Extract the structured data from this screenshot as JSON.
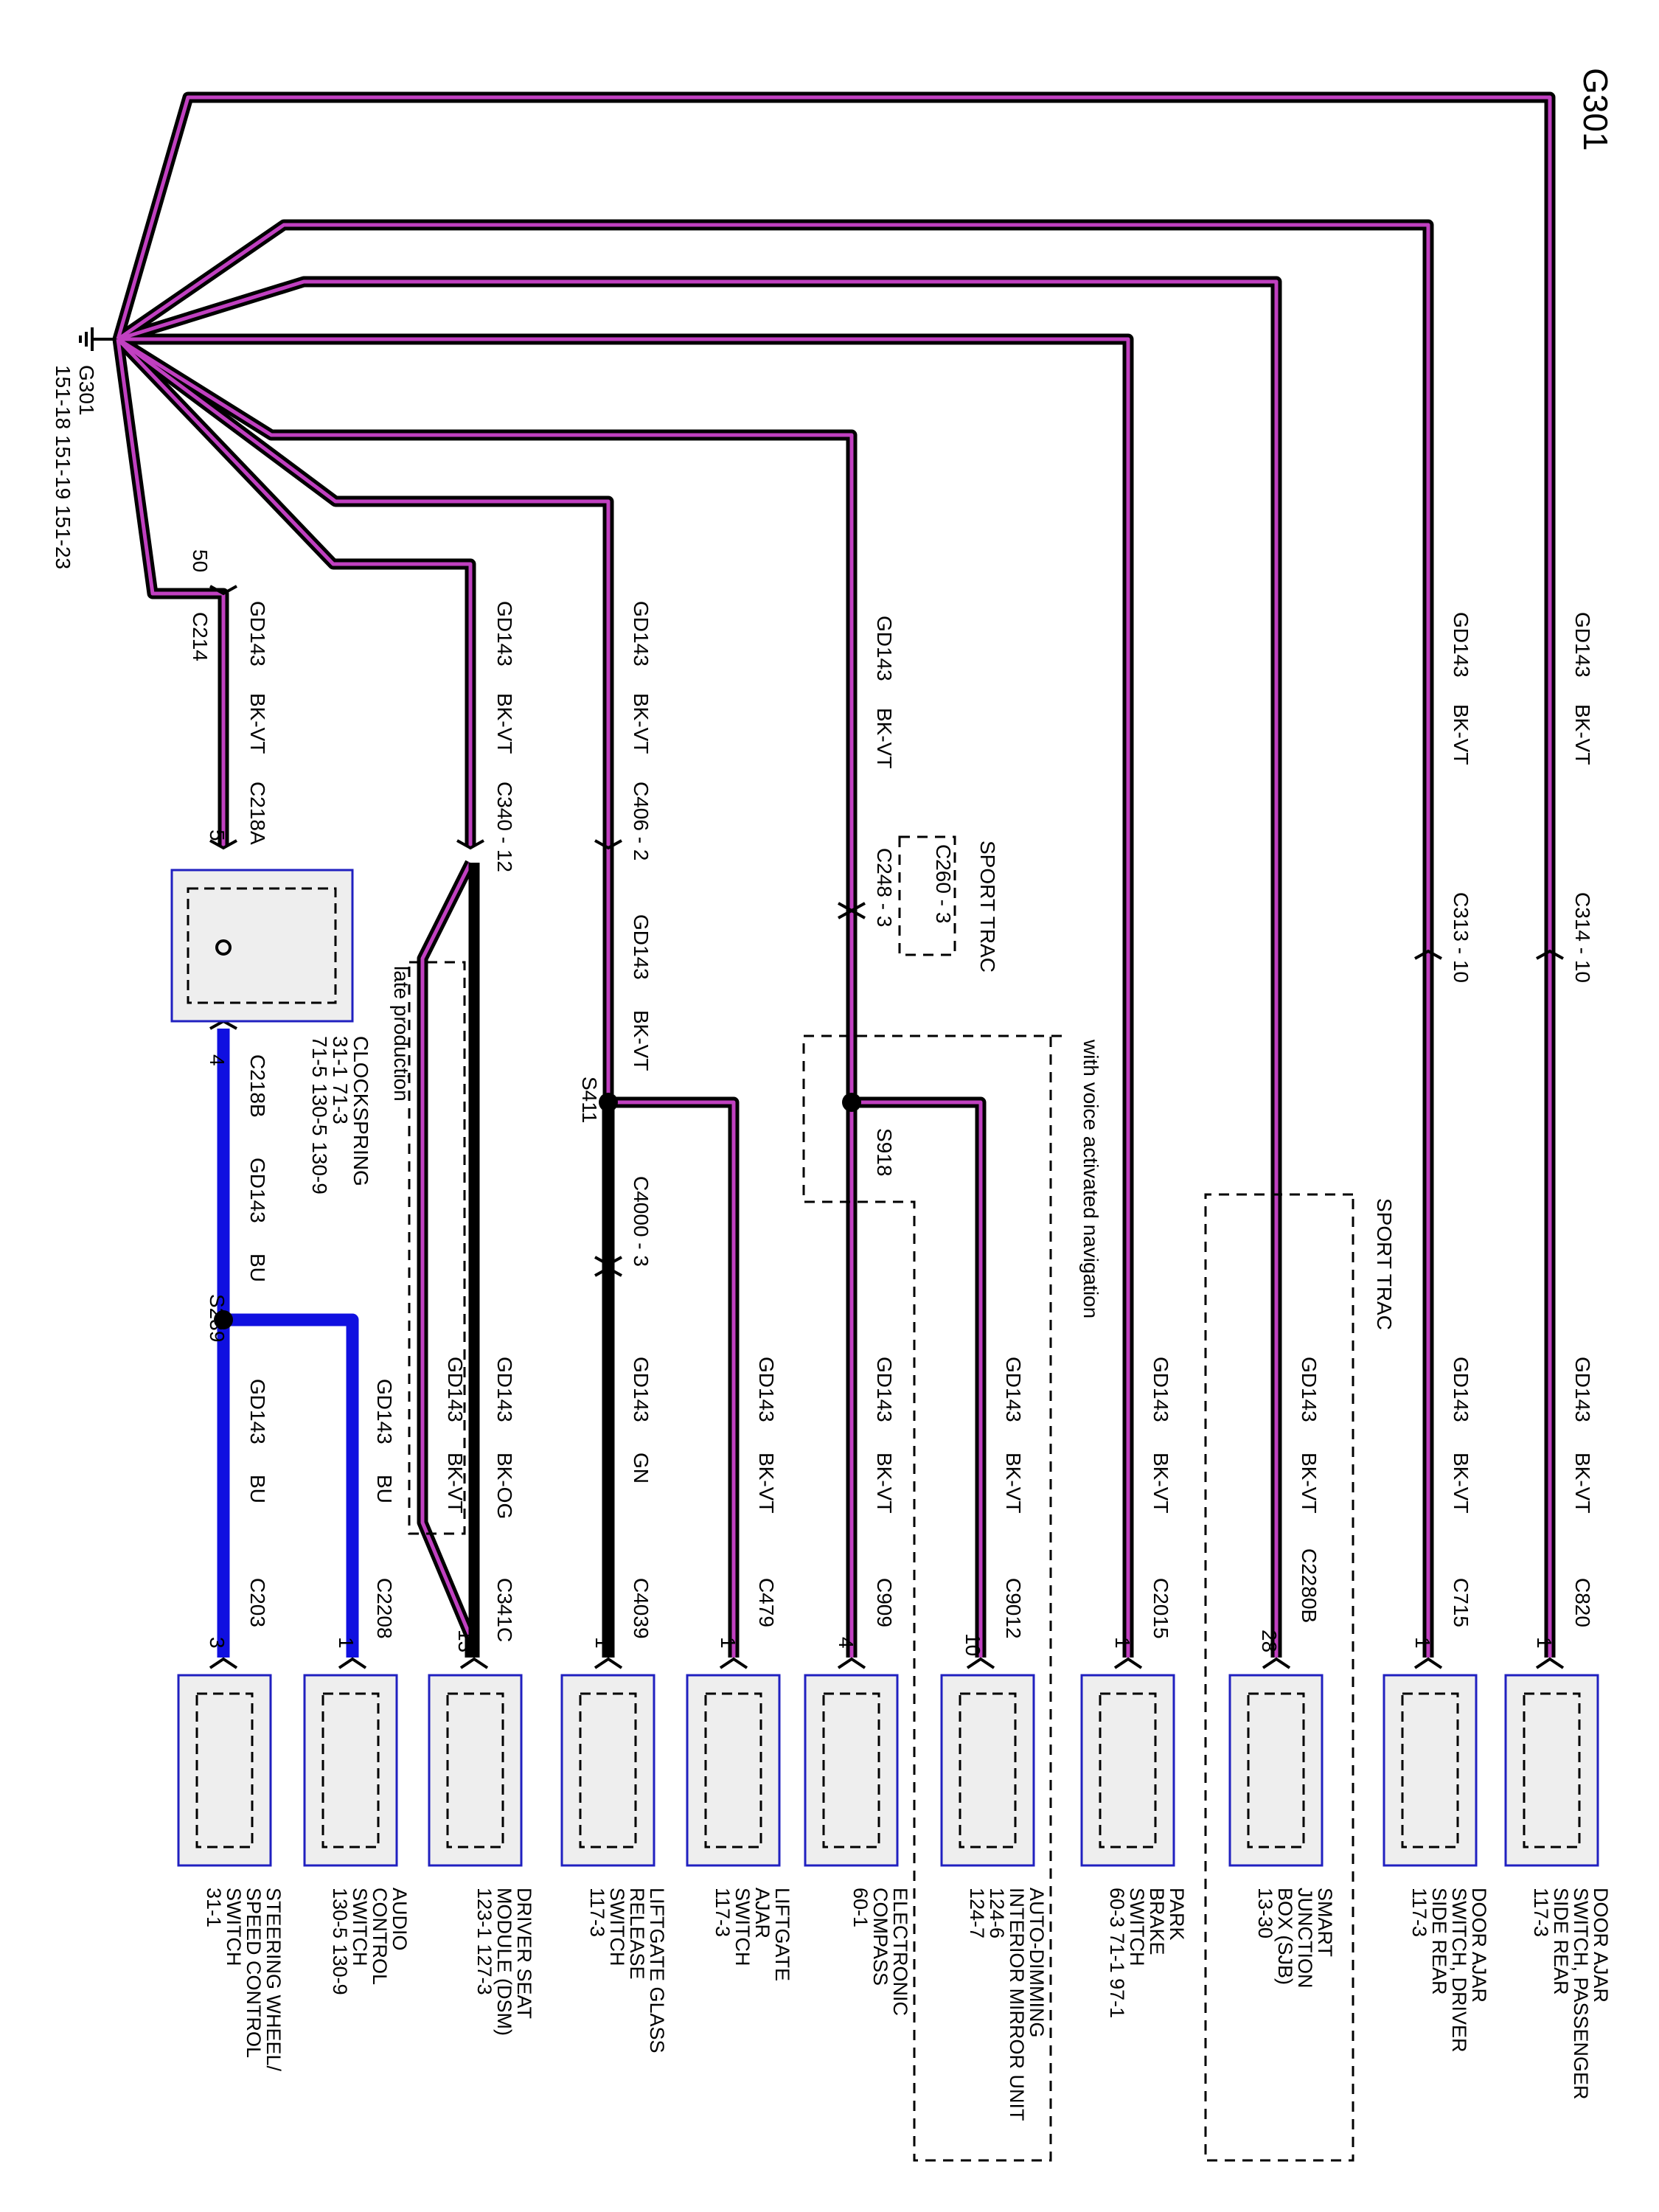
{
  "diagram": {
    "ground_title": "G301",
    "ground_ref": {
      "name": "G301",
      "pages": "151-18  151-19  151-23"
    },
    "colors": {
      "bkvt_outer": "#000000",
      "bkvt_inner": "#c040c0",
      "blue": "#1010e0",
      "black": "#000000",
      "box_fill": "#eeeeee",
      "box_border": "#2020c0"
    },
    "notes": {
      "sport_trac_upper": "SPORT TRAC",
      "c260": "C260 - 3",
      "sport_trac_right": "SPORT TRAC",
      "voice_nav": "with voice activated navigation",
      "late_production": "late production"
    },
    "wires": {
      "gd143": "GD143",
      "bkvt": "BK-VT",
      "bkog": "BK-OG",
      "gn": "GN",
      "bu": "BU"
    },
    "connectors": {
      "c214": "C214",
      "c214_pin": "50",
      "c218a": "C218A",
      "c218a_pin": "5",
      "c218b": "C218B",
      "c218b_pin": "4",
      "c340": "C340 - 12",
      "c406": "C406 - 2",
      "c248": "C248 - 3",
      "c313": "C313 - 10",
      "c314": "C314 - 10",
      "c4000": "C4000 - 3",
      "c203": "C203",
      "c2208": "C2208",
      "c341c": "C341C",
      "c4039": "C4039",
      "c479": "C479",
      "c909": "C909",
      "c9012": "C9012",
      "c2015": "C2015",
      "c2280b": "C2280B",
      "c715": "C715",
      "c820": "C820"
    },
    "pins": {
      "steering": "3",
      "audio": "1",
      "dsm": "13",
      "liftgate_glass": "1",
      "liftgate_ajar": "1",
      "compass": "4",
      "mirror": "10",
      "brake": "1",
      "sjb": "28",
      "door_driver": "1",
      "door_passenger": "1"
    },
    "splices": {
      "s239": "S239",
      "s411": "S411",
      "s918": "S918"
    },
    "clockspring": {
      "name": "CLOCKSPRING",
      "refs1": "31-1        71-3",
      "refs2": "71-5    130-5    130-9"
    },
    "components": [
      {
        "line1": "STEERING WHEEL/",
        "line2": "SPEED CONTROL",
        "line3": "SWITCH",
        "line4": "31-1"
      },
      {
        "line1": "AUDIO",
        "line2": "CONTROL",
        "line3": "SWITCH",
        "line4": "130-5    130-9"
      },
      {
        "line1": "DRIVER SEAT",
        "line2": "MODULE (DSM)",
        "line3": "123-1    127-3",
        "line4": ""
      },
      {
        "line1": "LIFTGATE GLASS",
        "line2": "RELEASE",
        "line3": "SWITCH",
        "line4": "117-3"
      },
      {
        "line1": "LIFTGATE",
        "line2": "AJAR",
        "line3": "SWITCH",
        "line4": "117-3"
      },
      {
        "line1": "ELECTRONIC",
        "line2": "COMPASS",
        "line3": "60-1",
        "line4": ""
      },
      {
        "line1": "AUTO-DIMMING",
        "line2": "INTERIOR MIRROR UNIT",
        "line3": "124-6",
        "line4": "124-7"
      },
      {
        "line1": "PARK",
        "line2": "BRAKE",
        "line3": "SWITCH",
        "line4": "60-3    71-1    97-1"
      },
      {
        "line1": "SMART",
        "line2": "JUNCTION",
        "line3": "BOX (SJB)",
        "line4": "13-30"
      },
      {
        "line1": "DOOR AJAR",
        "line2": "SWITCH, DRIVER",
        "line3": "SIDE REAR",
        "line4": "117-3"
      },
      {
        "line1": "DOOR AJAR",
        "line2": "SWITCH, PASSENGER",
        "line3": "SIDE REAR",
        "line4": "117-3"
      }
    ]
  }
}
